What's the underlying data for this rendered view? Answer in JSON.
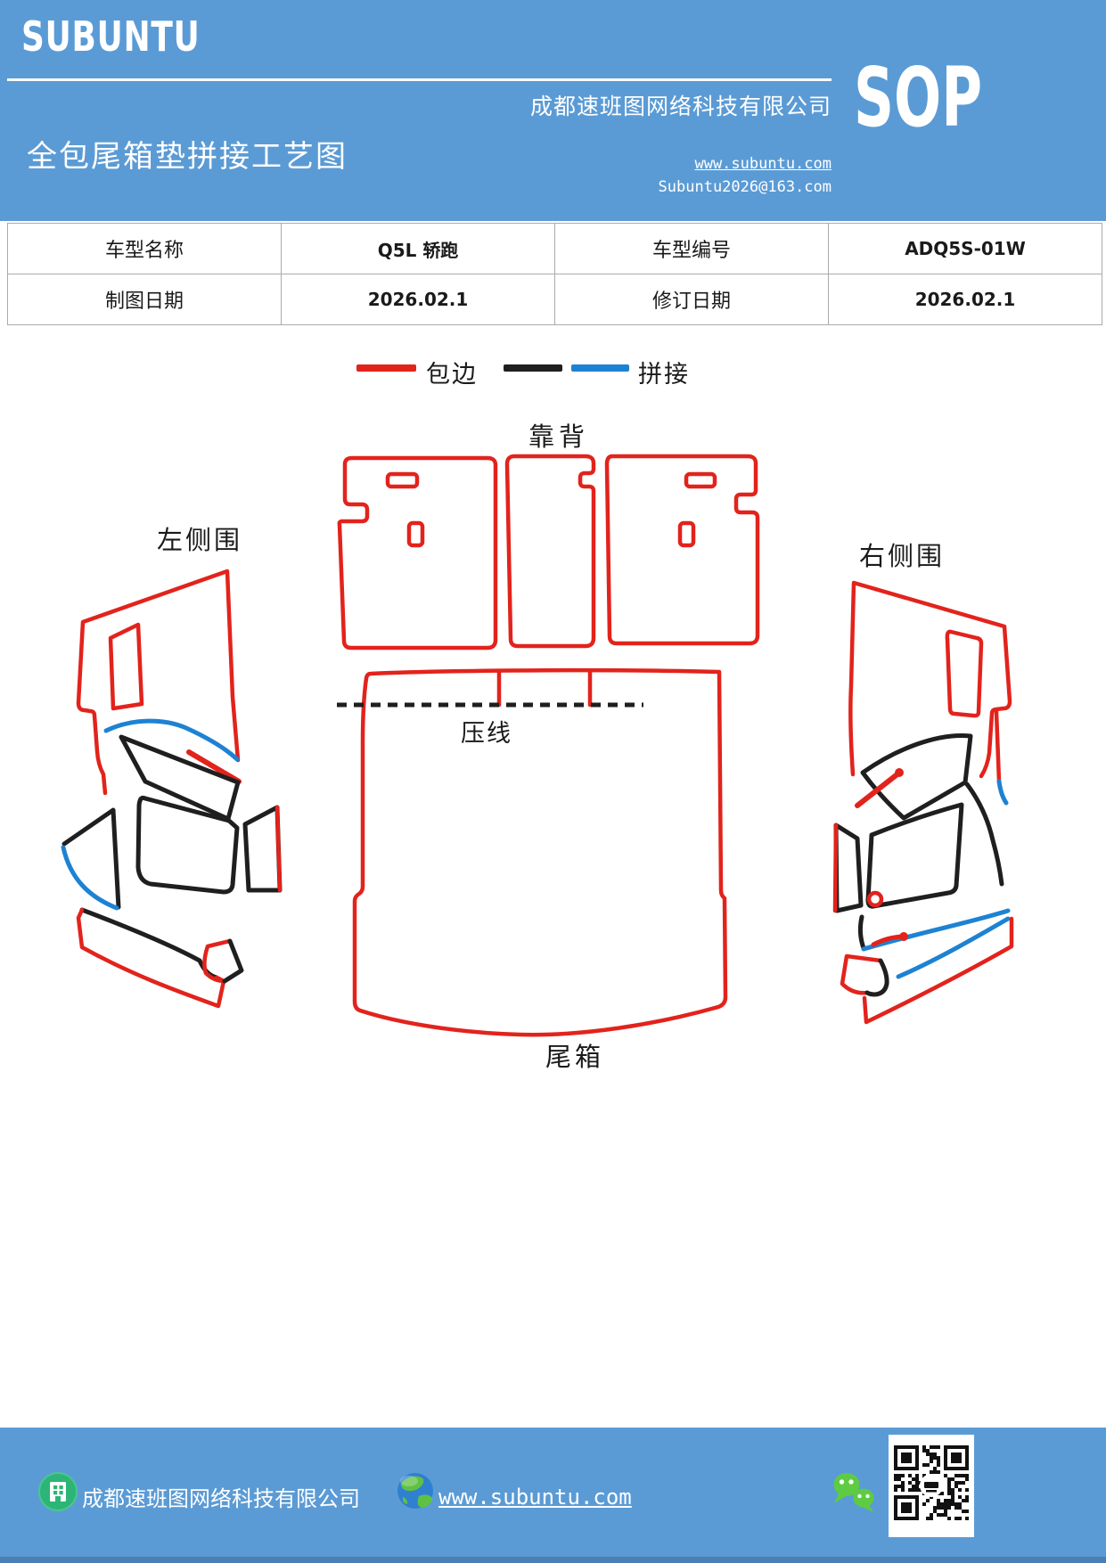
{
  "header": {
    "logo": "SUBUNTU",
    "company": "成都速班图网络科技有限公司",
    "title": "全包尾箱垫拼接工艺图",
    "website": "www.subuntu.com",
    "email": "Subuntu2026@163.com",
    "sop": "SOP",
    "accent_color": "#5b9bd5"
  },
  "info_table": {
    "rows": [
      [
        "车型名称",
        "Q5L 轿跑",
        "车型编号",
        "ADQ5S-01W"
      ],
      [
        "制图日期",
        "2026.02.1",
        "修订日期",
        "2026.02.1"
      ]
    ]
  },
  "legend": {
    "edge_label": "包边",
    "splice_label": "拼接",
    "edge_color": "#e2231c",
    "splice_colors": [
      "#1f1f1f",
      "#1e82d2"
    ]
  },
  "diagram": {
    "labels": {
      "backrest": "靠背",
      "left_side": "左侧围",
      "right_side": "右侧围",
      "press_line": "压线",
      "trunk": "尾箱"
    },
    "colors": {
      "edge_binding": "#e2231c",
      "splice_black": "#1f1f1f",
      "splice_blue": "#1e82d2"
    }
  },
  "footer": {
    "company": "成都速班图网络科技有限公司",
    "website": "www.subuntu.com",
    "icons": [
      "building-icon",
      "globe-icon",
      "wechat-icon",
      "qr-code"
    ]
  }
}
